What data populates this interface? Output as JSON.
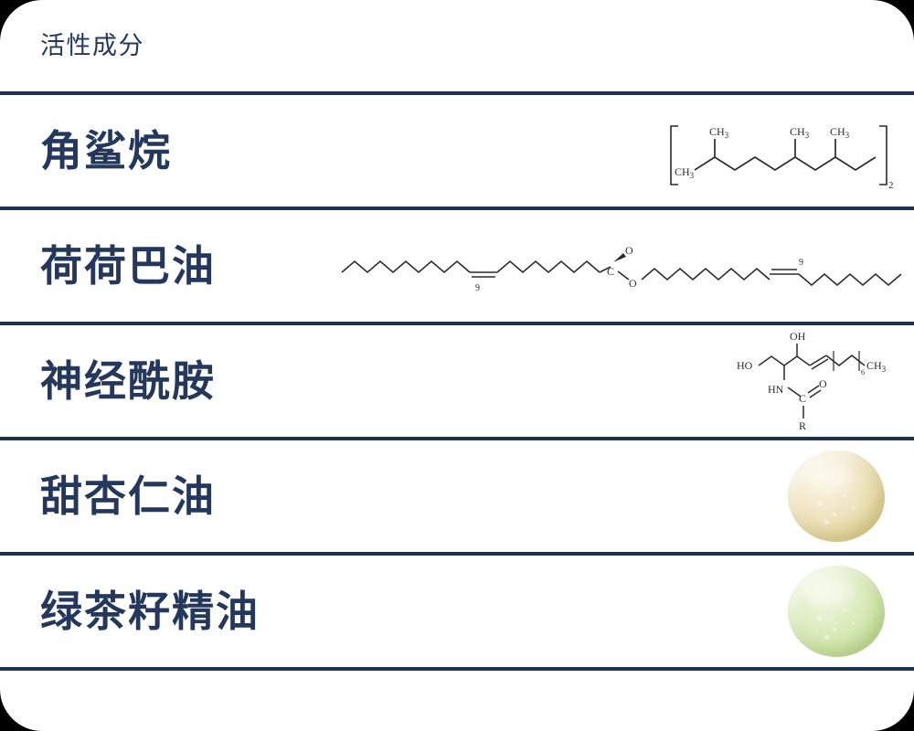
{
  "card": {
    "header_title": "活性成分",
    "accent_color": "#24375c",
    "divider_color": "#1e3152",
    "background_color": "#ffffff",
    "page_background_color": "#000000"
  },
  "rows": [
    {
      "label": "角鲨烷",
      "visual_type": "chemical-structure",
      "structure_name": "squalane-structure",
      "structure_labels": [
        "CH3",
        "CH3",
        "CH3",
        "CH3",
        "2"
      ]
    },
    {
      "label": "荷荷巴油",
      "visual_type": "chemical-structure",
      "structure_name": "jojoba-oil-structure",
      "structure_labels": [
        "9",
        "C",
        "O",
        "O",
        "9"
      ]
    },
    {
      "label": "神经酰胺",
      "visual_type": "chemical-structure",
      "structure_name": "ceramide-structure",
      "structure_labels": [
        "HO",
        "OH",
        "HN",
        "C",
        "O",
        "R",
        "6",
        "CH3"
      ]
    },
    {
      "label": "甜杏仁油",
      "visual_type": "oil-swatch",
      "swatch_name": "almond-oil-swatch",
      "swatch_color": "#e8dcab"
    },
    {
      "label": "绿茶籽精油",
      "visual_type": "oil-swatch",
      "swatch_name": "green-tea-seed-oil-swatch",
      "swatch_color": "#d3e7ae"
    }
  ]
}
